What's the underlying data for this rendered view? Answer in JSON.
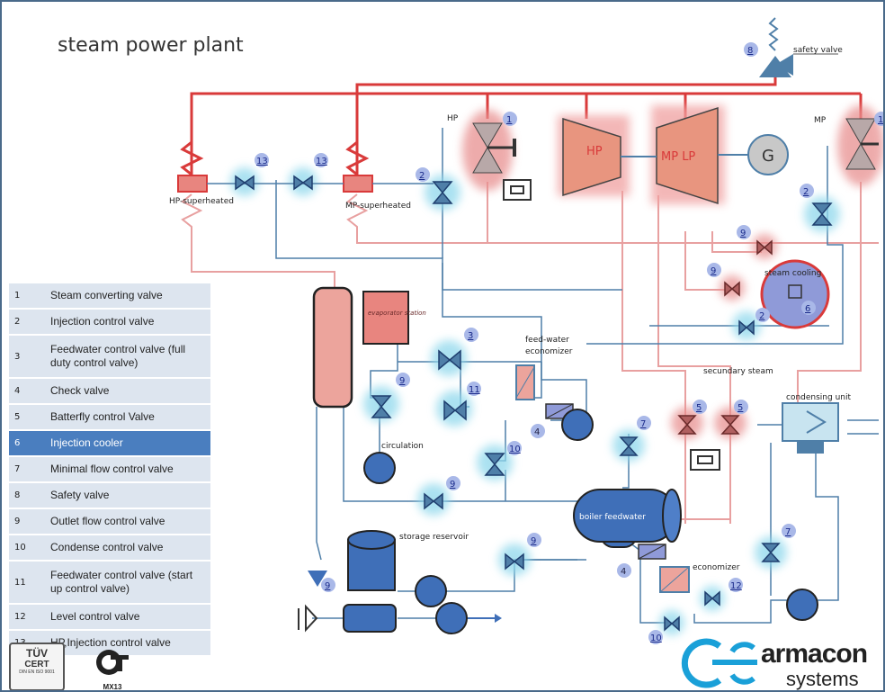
{
  "title": "steam power plant",
  "labels": {
    "safety_valve": "safety valve",
    "hp_small": "HP",
    "mp_small": "MP",
    "hp_turbine": "HP",
    "mp_lp_turbine": "MP  LP",
    "generator": "G",
    "hp_superheated": "HP-superheated",
    "mp_superheated": "MP-superheated",
    "evaporator_station": "evaporator station",
    "feed_water_economizer_1": "feed-water",
    "feed_water_economizer_2": "economizer",
    "secundary_steam": "secundary steam",
    "condensing_unit": "condensing unit",
    "steam_cooling": "steam cooling",
    "circulation": "circulation",
    "boiler_feedwater": "boiler feedwater",
    "storage_reservoir": "storage reservoir",
    "economizer": "economizer"
  },
  "badges": [
    "8",
    "1",
    "1",
    "13",
    "13",
    "2",
    "2",
    "9",
    "9",
    "6",
    "2",
    "3",
    "9",
    "11",
    "4",
    "10",
    "7",
    "5",
    "5",
    "9",
    "9",
    "4",
    "7",
    "12",
    "10",
    "9"
  ],
  "legend": [
    {
      "num": "1",
      "text": "Steam converting valve"
    },
    {
      "num": "2",
      "text": "Injection control valve"
    },
    {
      "num": "3",
      "text": "Feedwater control valve (full duty control valve)"
    },
    {
      "num": "4",
      "text": "Check valve"
    },
    {
      "num": "5",
      "text": "Batterfly control Valve"
    },
    {
      "num": "6",
      "text": "Injection cooler"
    },
    {
      "num": "7",
      "text": "Minimal flow control valve"
    },
    {
      "num": "8",
      "text": "Safety valve"
    },
    {
      "num": "9",
      "text": "Outlet flow control valve"
    },
    {
      "num": "10",
      "text": "Condense control valve"
    },
    {
      "num": "11",
      "text": "Feedwater control valve (start up control valve)"
    },
    {
      "num": "12",
      "text": "Level control valve"
    },
    {
      "num": "13",
      "text": "HP,Injection control valve"
    }
  ],
  "logos": {
    "tuv_top": "TÜV",
    "tuv_mid": "CERT",
    "tuv_bottom": "DIN EN ISO 9001",
    "mx13": "MX13",
    "brand": "armacon",
    "brand_sub": "systems"
  },
  "colors": {
    "steam_red": "#d93a3a",
    "pipe_pink": "#e8a0a0",
    "pipe_blue": "#4f7fa8",
    "valve_glow": "#8fd8ec",
    "highlight": "#4a7ebf"
  }
}
